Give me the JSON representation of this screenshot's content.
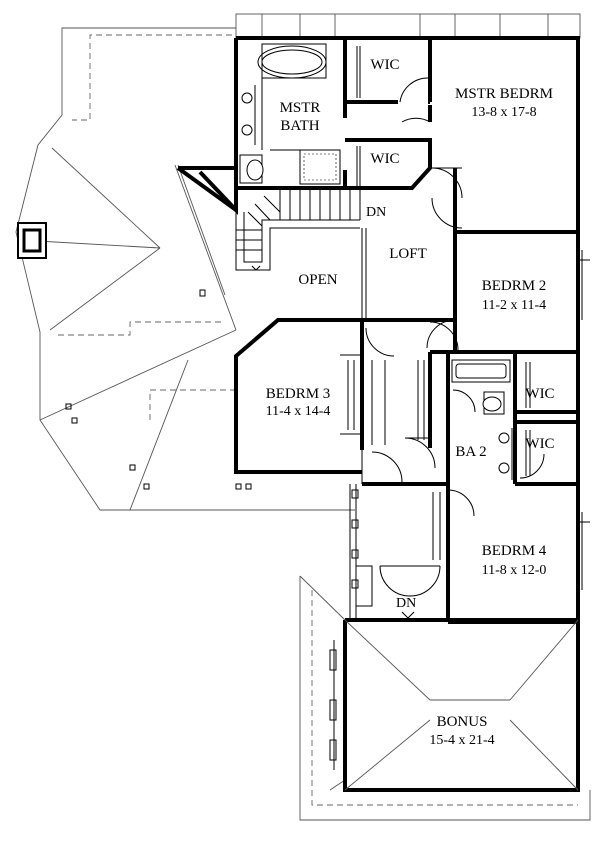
{
  "rooms": {
    "wic_top": {
      "name": "WIC"
    },
    "mstr_bedrm": {
      "name": "MSTR BEDRM",
      "dims": "13-8 x 17-8"
    },
    "mstr_bath": {
      "name_line1": "MSTR",
      "name_line2": "BATH"
    },
    "wic_mid": {
      "name": "WIC"
    },
    "loft": {
      "name": "LOFT"
    },
    "open": {
      "name": "OPEN"
    },
    "bedrm2": {
      "name": "BEDRM 2",
      "dims": "11-2 x 11-4"
    },
    "bedrm3": {
      "name": "BEDRM 3",
      "dims": "11-4 x 14-4"
    },
    "wic_b2a": {
      "name": "WIC"
    },
    "wic_b2b": {
      "name": "WIC"
    },
    "ba2": {
      "name": "BA 2"
    },
    "bedrm4": {
      "name": "BEDRM 4",
      "dims": "11-8 x 12-0"
    },
    "bonus": {
      "name": "BONUS",
      "dims": "15-4 x 21-4"
    }
  },
  "stairs": {
    "main_dn": "DN",
    "bonus_dn": "DN"
  }
}
